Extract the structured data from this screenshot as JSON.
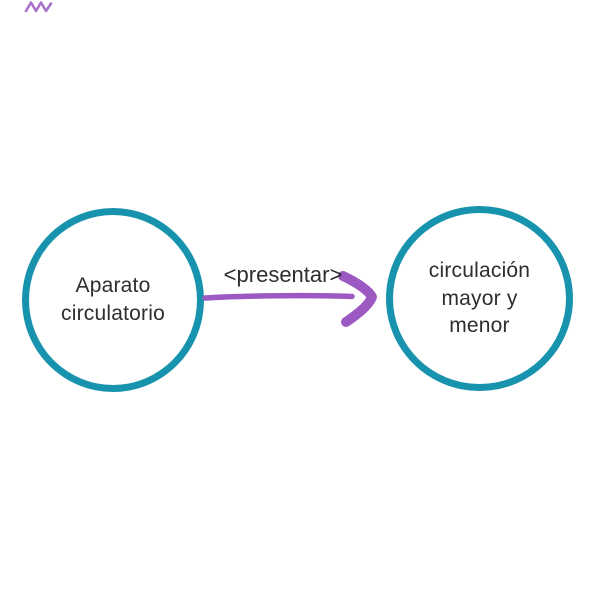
{
  "colors": {
    "node_ring": "#1793ae",
    "edge": "#9c59c1",
    "text": "#2e2e2e",
    "background": "#ffffff"
  },
  "diagram": {
    "nodes": [
      {
        "name": "aparato-circulatorio",
        "shape": "circle",
        "lines": [
          "Aparato",
          "circulatorio"
        ]
      },
      {
        "name": "circulacion-mayor-y-menor",
        "shape": "circle",
        "lines": [
          "circulación",
          "mayor y",
          "menor"
        ]
      }
    ],
    "edges": [
      {
        "label": "<presentar>",
        "from": "aparato-circulatorio",
        "to": "circulacion-mayor-y-menor",
        "direction": "right"
      }
    ]
  }
}
